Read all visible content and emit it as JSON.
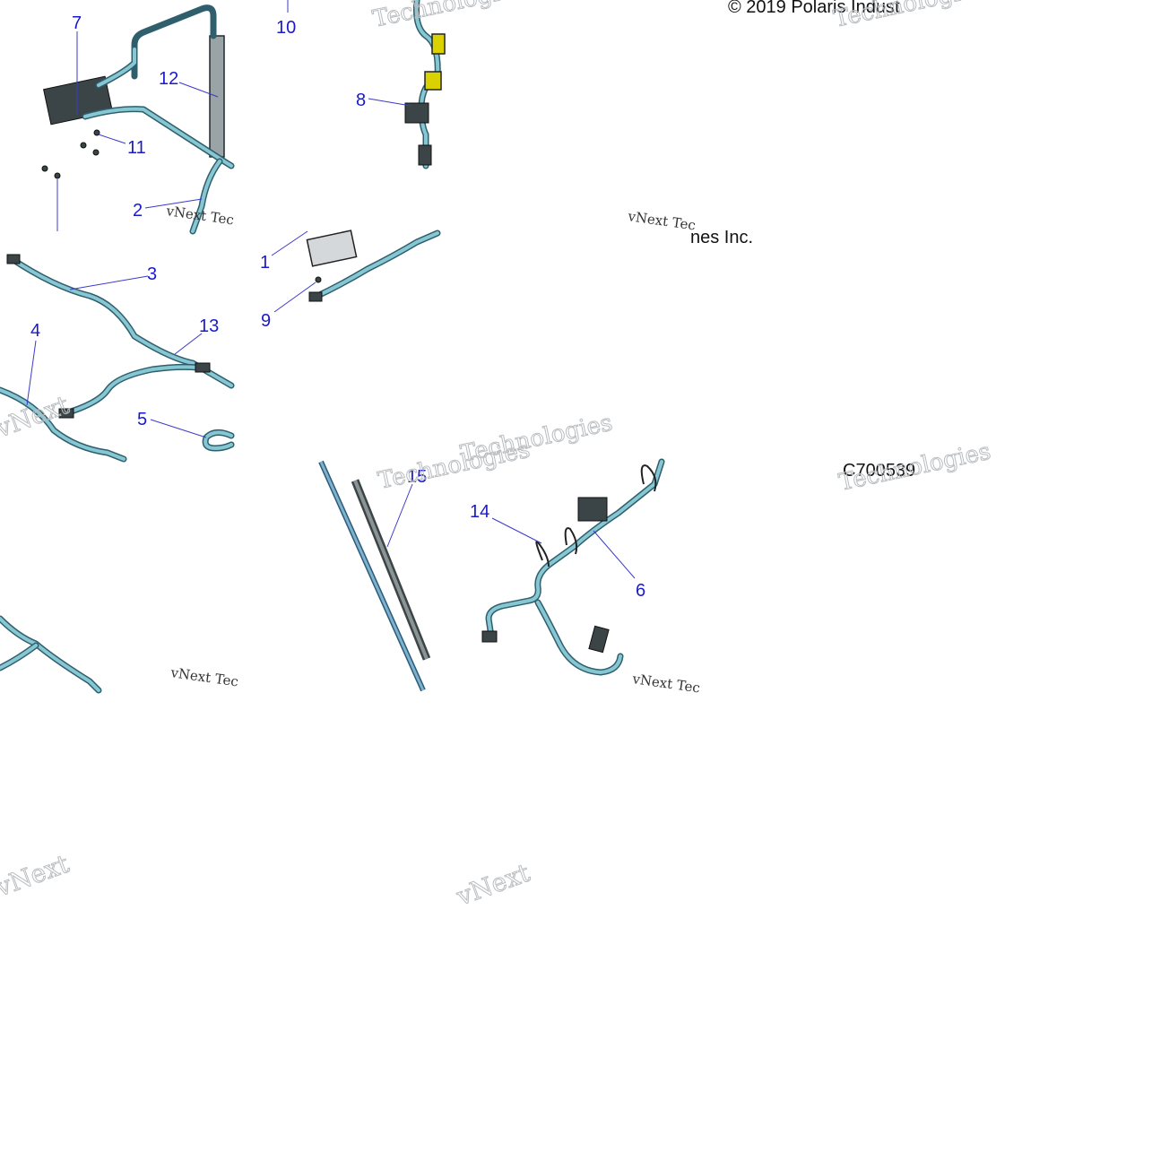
{
  "diagram": {
    "copyright": "© 2019 Polaris Indust",
    "copyright_2": "nes Inc.",
    "figure_code": "C700539",
    "watermark_big": "vNext",
    "watermark_tech": "Technologies",
    "watermark_small": "vNext Tec",
    "callouts": {
      "c1": "1",
      "c2": "2",
      "c3": "3",
      "c4": "4",
      "c5": "5",
      "c6": "6",
      "c7": "7",
      "c8": "8",
      "c9": "9",
      "c10": "10",
      "c11": "11",
      "c12": "12",
      "c13": "13",
      "c14": "14",
      "c15": "15"
    }
  },
  "colors": {
    "callout": "#1a1acc",
    "hose_outer": "#2f5f6c",
    "hose_inner": "#86c7d3"
  }
}
